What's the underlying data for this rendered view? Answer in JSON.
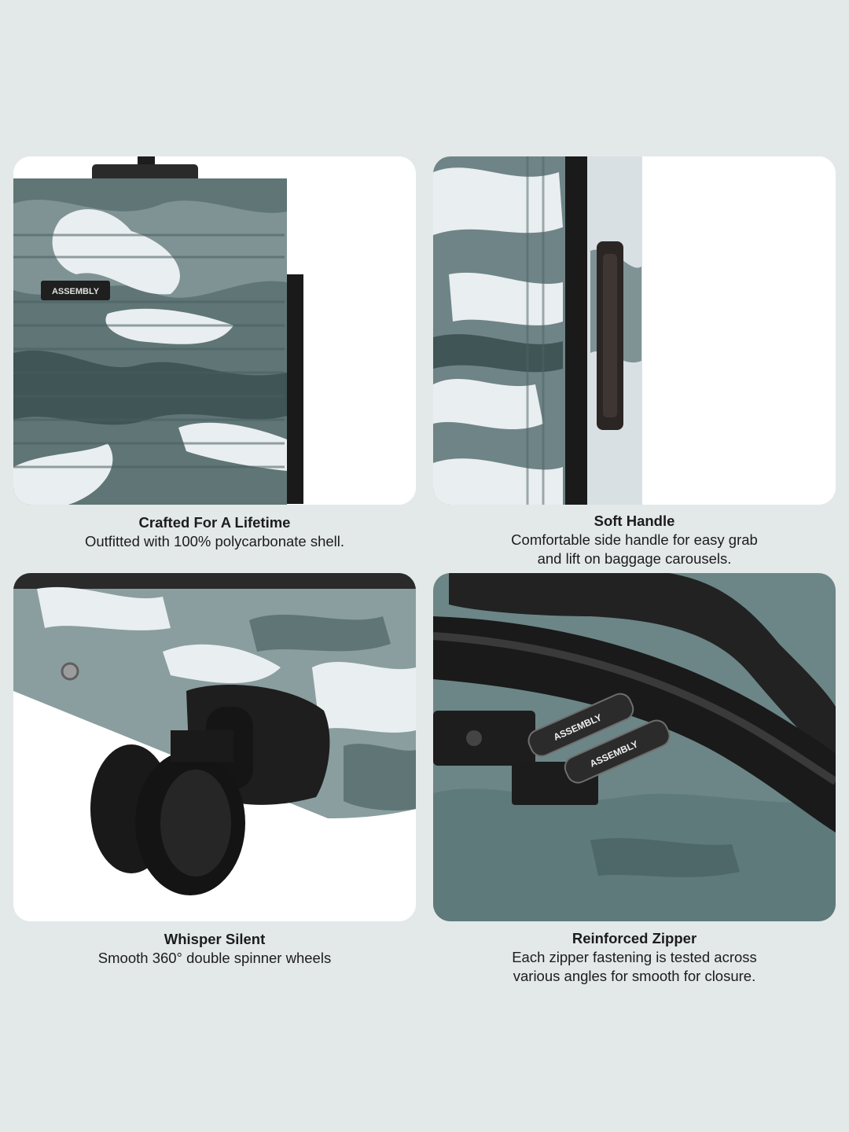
{
  "features": [
    {
      "title": "Crafted For A Lifetime",
      "desc_lines": [
        "Outfitted with 100% polycarbonate shell."
      ],
      "badge": "ASSEMBLY"
    },
    {
      "title": "Soft Handle",
      "desc_lines": [
        "Comfortable side handle for easy grab",
        "and lift on baggage carousels."
      ]
    },
    {
      "title": "Whisper Silent",
      "desc_lines": [
        "Smooth 360° double spinner wheels"
      ]
    },
    {
      "title": "Reinforced Zipper",
      "desc_lines": [
        "Each zipper fastening is tested across",
        "various angles for smooth for closure."
      ],
      "pull_label_1": "ASSEMBLY",
      "pull_label_2": "ASSEMBLY"
    }
  ],
  "colors": {
    "background": "#e3e9e8",
    "camo_dark": "#5f7576",
    "camo_mid": "#8fa3a3",
    "camo_light": "#e9eef1",
    "hardware": "#1e1e1e"
  }
}
